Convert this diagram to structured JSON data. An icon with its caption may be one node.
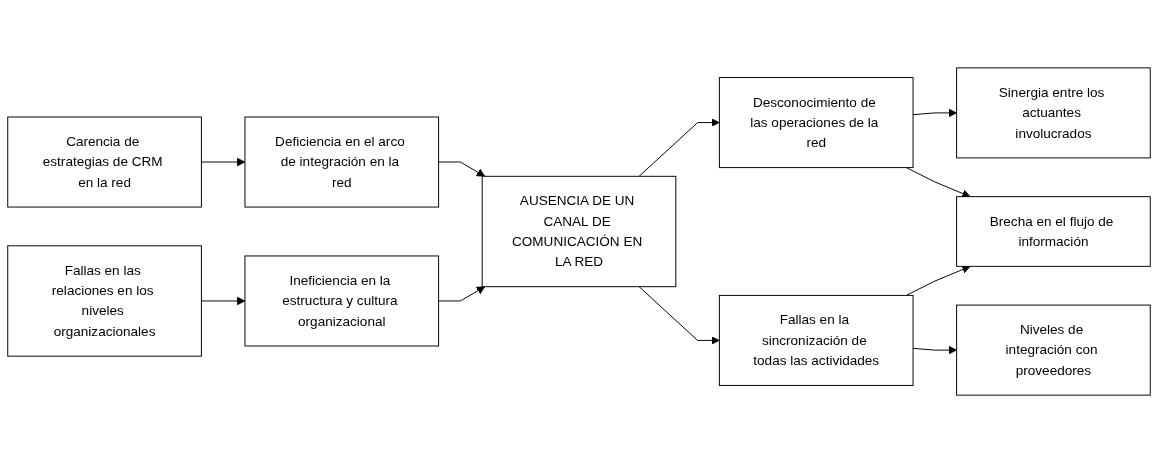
{
  "diagram": {
    "nodes": [
      {
        "text": [
          "Carencia de estrategias de CRM en la red"
        ]
      },
      {
        "text": [
          "Deficiencia en el arco de integración en la red"
        ]
      },
      {
        "text": [
          "Fallas en las relaciones en los niveles organizacionales"
        ]
      },
      {
        "text": [
          "Ineficiencia en la estructura y cultura organizacional"
        ]
      },
      {
        "text": [
          "AUSENCIA DE UN CANAL DE COMUNICACIÓN EN LA RED"
        ]
      },
      {
        "text": [
          "Desconocimiento de las operaciones de la red"
        ]
      },
      {
        "text": [
          "Fallas en la sincronización de todas las actividades"
        ]
      },
      {
        "text": [
          "Sinergia entre los actuantes involucrados"
        ]
      },
      {
        "text": [
          "Brecha en el flujo de información"
        ]
      },
      {
        "text": [
          "Niveles de integración con proveedores"
        ]
      }
    ],
    "edges": [
      {
        "from": 0,
        "to": 1,
        "arrow": "to"
      },
      {
        "from": 2,
        "to": 3,
        "arrow": "to"
      },
      {
        "from": 1,
        "to": 4,
        "arrow": "to"
      },
      {
        "from": 3,
        "to": 4,
        "arrow": "to"
      },
      {
        "from": 4,
        "to": 5,
        "arrow": "to"
      },
      {
        "from": 4,
        "to": 6,
        "arrow": "to"
      },
      {
        "from": 5,
        "to": 7,
        "arrow": "to"
      },
      {
        "from": 5,
        "to": 8,
        "arrow": "to"
      },
      {
        "from": 6,
        "to": 8,
        "arrow": "to"
      },
      {
        "from": 6,
        "to": 9,
        "arrow": "to"
      }
    ]
  }
}
